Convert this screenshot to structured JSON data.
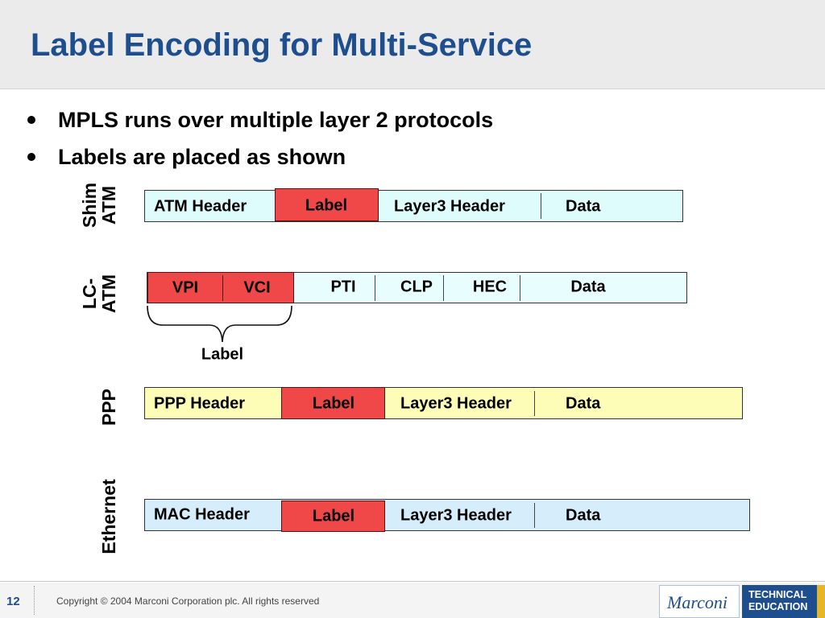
{
  "slide": {
    "title": "Label Encoding for Multi-Service",
    "bullets": [
      "MPLS runs over multiple layer 2 protocols",
      "Labels are placed as shown"
    ]
  },
  "rows": {
    "shim_atm": {
      "label_line1": "Shim",
      "label_line2": "ATM",
      "cells": [
        "ATM Header",
        "Label",
        "Layer3 Header",
        "Data"
      ]
    },
    "lc_atm": {
      "label_line1": "LC-",
      "label_line2": "ATM",
      "cells": [
        "VPI",
        "VCI",
        "PTI",
        "CLP",
        "HEC",
        "Data"
      ],
      "brace_label": "Label"
    },
    "ppp": {
      "label": "PPP",
      "cells": [
        "PPP Header",
        "Label",
        "Layer3 Header",
        "Data"
      ]
    },
    "ethernet": {
      "label": "Ethernet",
      "cells": [
        "MAC Header",
        "Label",
        "Layer3 Header",
        "Data"
      ]
    }
  },
  "colors": {
    "title": "#1f4e8f",
    "atm_bar": "#dffcfc",
    "lc_bar": "#e8fdfd",
    "ppp_bar": "#fdfdb8",
    "eth_bar": "#d6eefb",
    "label_red": "#f04848"
  },
  "footer": {
    "page_number": "12",
    "copyright": "Copyright © 2004 Marconi Corporation plc. All rights reserved",
    "logo": "Marconi",
    "badge_line1": "TECHNICAL",
    "badge_line2": "EDUCATION"
  }
}
